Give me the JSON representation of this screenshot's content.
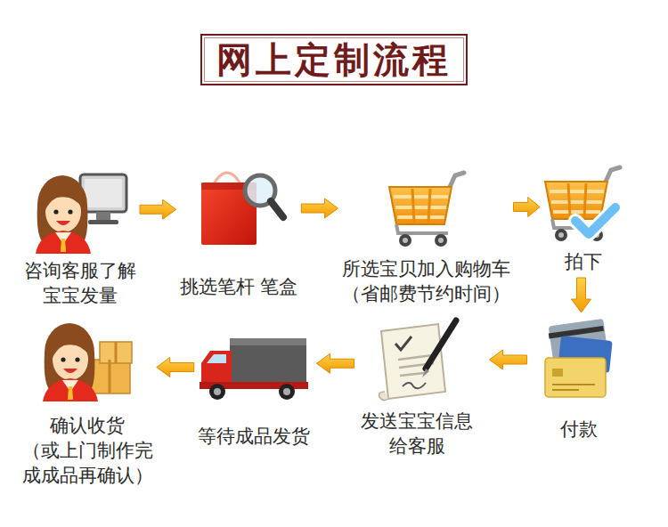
{
  "diagram": {
    "title": "网上定制流程",
    "nodes": [
      {
        "text": [
          "咨询客服了解 宝宝发量"
        ]
      },
      {
        "text": [
          "挑选笔杆 笔盒"
        ]
      },
      {
        "text": [
          "所选宝贝加入购物车 （省邮费节约时间）"
        ]
      },
      {
        "text": [
          "拍下"
        ]
      },
      {
        "text": [
          "付款"
        ]
      },
      {
        "text": [
          "发送宝宝信息 给客服"
        ]
      },
      {
        "text": [
          "等待成品发货"
        ]
      },
      {
        "text": [
          "确认收货 （或上门制作完 成成品再确认）"
        ]
      }
    ],
    "edges": [
      {
        "from": 0,
        "to": 1,
        "arrow": "to"
      },
      {
        "from": 1,
        "to": 2,
        "arrow": "to"
      },
      {
        "from": 2,
        "to": 3,
        "arrow": "to"
      },
      {
        "from": 3,
        "to": 4,
        "arrow": "to"
      },
      {
        "from": 4,
        "to": 5,
        "arrow": "to"
      },
      {
        "from": 5,
        "to": 6,
        "arrow": "to"
      },
      {
        "from": 6,
        "to": 7,
        "arrow": "to"
      }
    ]
  }
}
